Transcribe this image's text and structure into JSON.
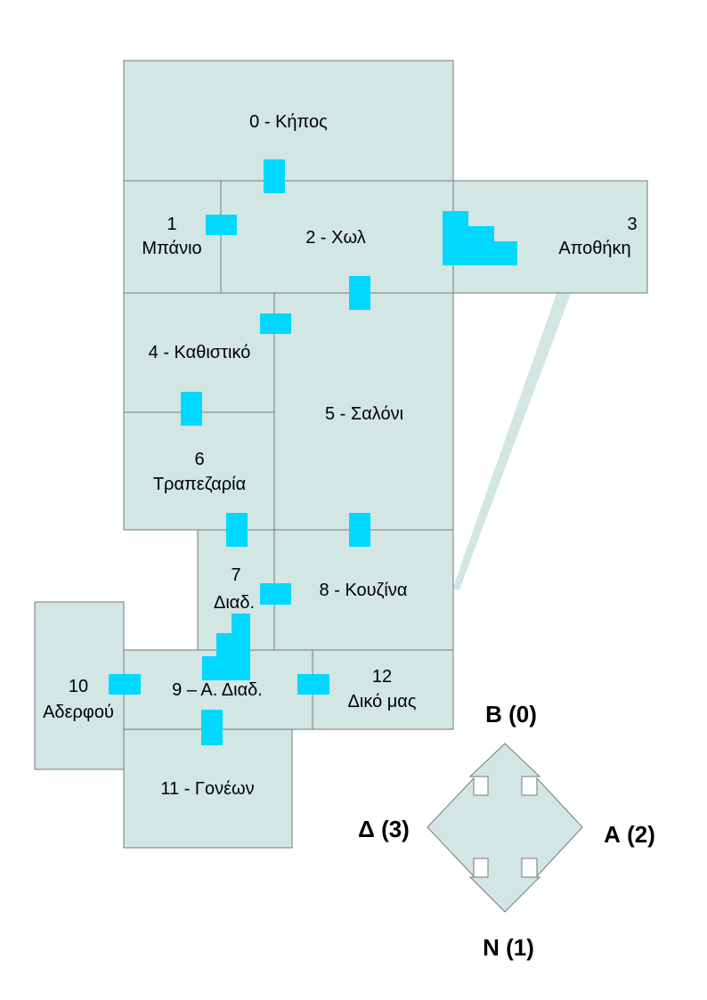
{
  "rooms": {
    "r0": "0 - Κήπος",
    "r1_num": "1",
    "r1_name": "Μπάνιο",
    "r2": "2 - Χωλ",
    "r3_num": "3",
    "r3_name": "Αποθήκη",
    "r4": "4 - Καθιστικό",
    "r5": "5 - Σαλόνι",
    "r6_num": "6",
    "r6_name": "Τραπεζαρία",
    "r7_num": "7",
    "r7_name": "Διαδ.",
    "r8": "8 - Κουζίνα",
    "r9": "9 – Α. Διαδ.",
    "r10_num": "10",
    "r10_name": "Αδερφού",
    "r11": "11 - Γονέων",
    "r12_num": "12",
    "r12_name": "Δικό μας"
  },
  "compass": {
    "north": "Β (0)",
    "south": "Ν (1)",
    "east": "Α (2)",
    "west": "Δ (3)"
  },
  "colors": {
    "room_fill": "#d2e6e3",
    "door": "#00d8ff"
  }
}
